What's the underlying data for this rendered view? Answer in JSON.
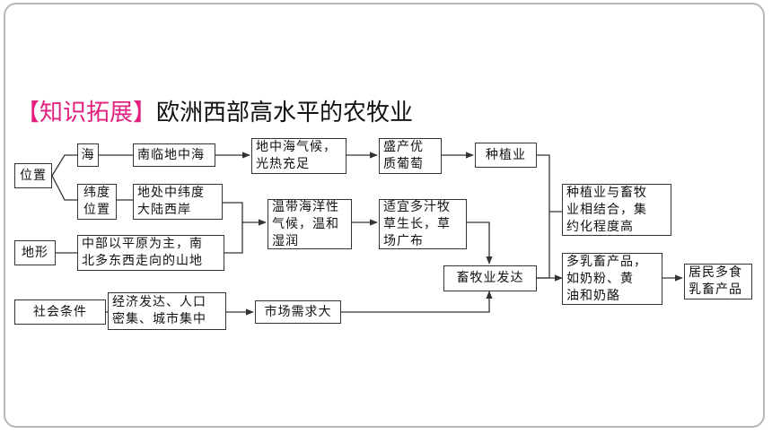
{
  "title": {
    "bracket": "【知识拓展】",
    "text": "欧洲西部高水平的农牧业"
  },
  "nodes": {
    "weizhi": "位置",
    "hai": "海",
    "nanlin": "南临地中海",
    "dizhonghai_qihou": "地中海气候，\n光热充足",
    "shengchan": "盛产优\n质葡萄",
    "zhongzhiye": "种植业",
    "weidu": "纬度\n位置",
    "dichu": "地处中纬度\n大陆西岸",
    "wendai": "温带海洋性\n气候，温和\n湿润",
    "shiyi": "适宜多汁牧\n草生长，草\n场广布",
    "jiehe": "种植业与畜牧\n业相结合，集\n约化程度高",
    "dixing": "地形",
    "zhongbu": "中部以平原为主，南\n北多东西走向的山地",
    "xumuye": "畜牧业发达",
    "duoru": "多乳畜产品，\n如奶粉、黄\n油和奶酪",
    "jumin": "居民多食\n乳畜产品",
    "shehui": "社会条件",
    "jingji": "经济发达、人口\n密集、城市集中",
    "shichang": "市场需求大"
  },
  "colors": {
    "accent": "#e2217f",
    "line": "#333333",
    "border": "#b7b7b7"
  }
}
